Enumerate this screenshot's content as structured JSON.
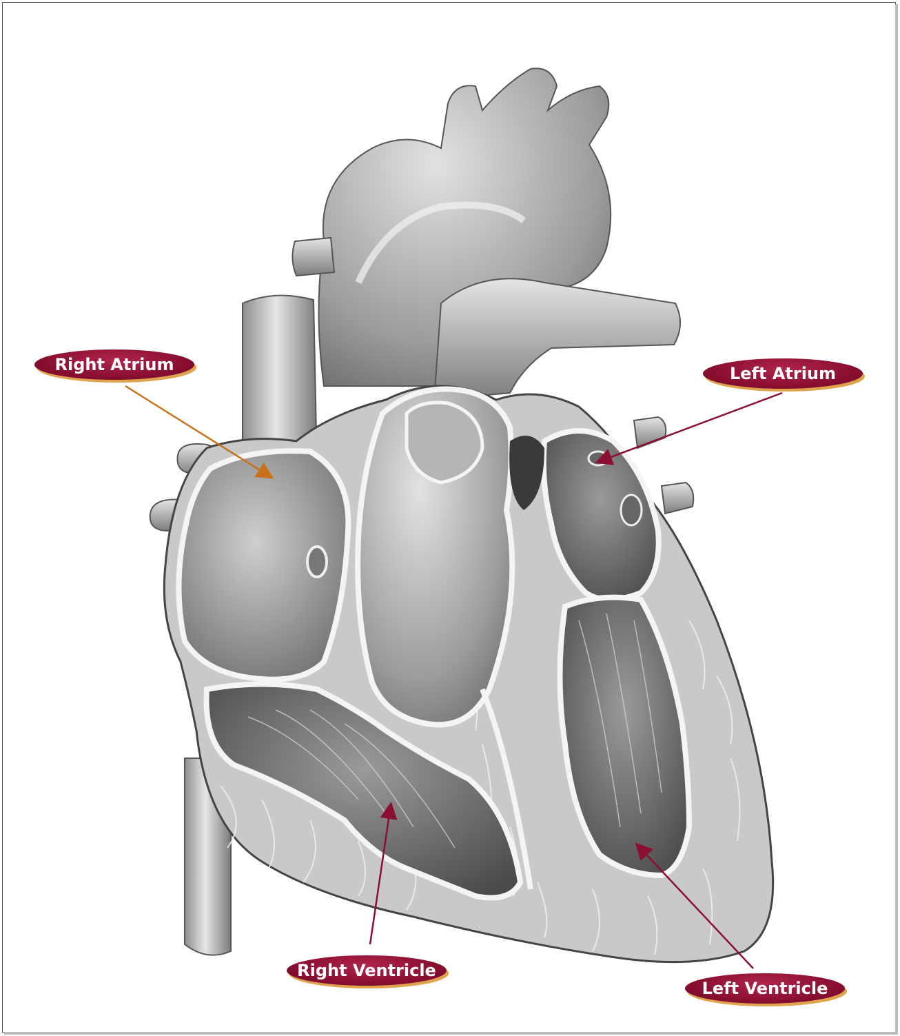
{
  "labels": {
    "right_atrium": "Right Atrium",
    "left_atrium": "Left Atrium",
    "right_ventricle": "Right Ventricle",
    "left_ventricle": "Left Ventricle"
  },
  "colors": {
    "label_fill": "#8a0f31",
    "label_shadow": "#e0a24a",
    "arrow_orange": "#c8701a",
    "arrow_maroon": "#8a0f31"
  }
}
